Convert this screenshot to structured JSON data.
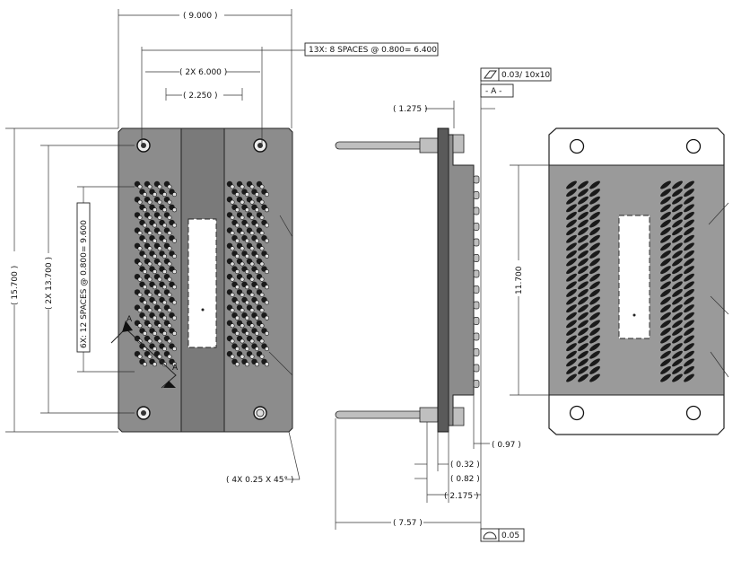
{
  "dimensions": {
    "overall_width": "( 9.000 )",
    "spacing_13x": "13X: 8 SPACES @ 0.800= 6.400",
    "two_x_width": "( 2X 6.000 )",
    "center_width": "( 2.250 )",
    "overall_height": "( 15.700 )",
    "two_x_height": "( 2X 13.700 )",
    "spacing_6x": "6X: 12 SPACES @ 0.800= 9.600",
    "chamfer": "( 4X 0.25 X 45° )",
    "flange_depth": "( 1.275 )",
    "dim_097": "( 0.97 )",
    "dim_032": "( 0.32 )",
    "dim_082": "( 0.82 )",
    "dim_2175": "( 2.175 )",
    "pin_length": "( 7.57 )",
    "right_height": "11.700"
  },
  "tolerances": {
    "flatness": "0.03/ 10x10",
    "datum": "- A -",
    "profile": "0.05"
  },
  "section_marks": {
    "a_top": "A",
    "a_bottom": "A"
  },
  "colors": {
    "body": "#8c8c8c",
    "line": "#222222",
    "background": "#ffffff"
  },
  "icons": {
    "flatness": "flatness-symbol-icon",
    "profile": "profile-of-surface-icon"
  }
}
